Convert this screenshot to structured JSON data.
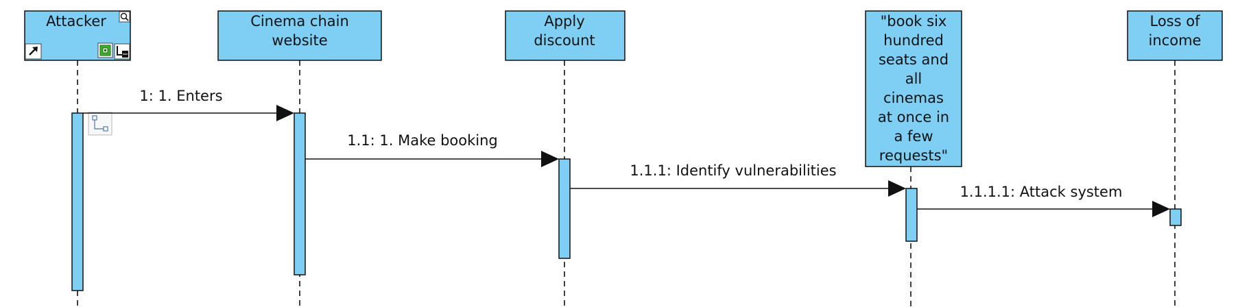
{
  "lifelines": [
    {
      "id": "attacker",
      "name_lines": [
        "Attacker"
      ]
    },
    {
      "id": "cinema",
      "name_lines": [
        "Cinema chain",
        "website"
      ]
    },
    {
      "id": "discount",
      "name_lines": [
        "Apply",
        "discount"
      ]
    },
    {
      "id": "booking",
      "name_lines": [
        "\"book six",
        "hundred",
        "seats and",
        "all",
        "cinemas",
        "at once in",
        "a few",
        "requests\""
      ]
    },
    {
      "id": "loss",
      "name_lines": [
        "Loss of",
        "income"
      ]
    }
  ],
  "messages": [
    {
      "label": "1: 1. Enters"
    },
    {
      "label": "1.1: 1. Make booking"
    },
    {
      "label": "1.1.1: Identify vulnerabilities"
    },
    {
      "label": "1.1.1.1: Attack system"
    }
  ],
  "icons": [
    "zoom-icon",
    "shortcut-arrow-icon",
    "target-icon",
    "connector-icon",
    "link-icon"
  ],
  "colors": {
    "fill": "#7fcff5",
    "stroke": "#111111"
  }
}
